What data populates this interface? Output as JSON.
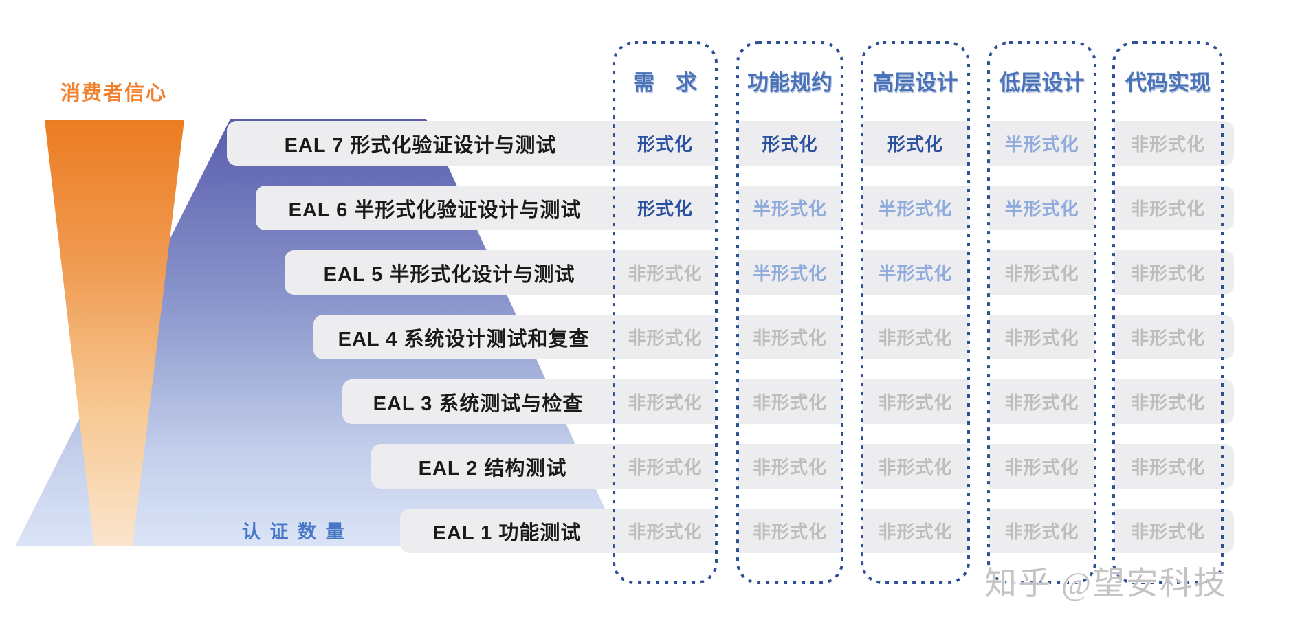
{
  "page": {
    "consumer_confidence_label": "消费者信心",
    "certification_quantity_label": "认 证 数 量",
    "watermark": "知乎 @望安科技"
  },
  "colors": {
    "orange_top": "#EC7C22",
    "orange_bottom": "#FBE5CD",
    "purple_top": "#585CAC",
    "purple_bottom": "#DBE4F6",
    "bar_fill": "#EDEDEF",
    "dotted_border": "#2E4F94",
    "header_blue": "#4A72B8",
    "formal_text": "#2A4F9E",
    "semi_formal_text": "#8FAADC",
    "informal_text": "#BDBDBD",
    "row_label_text": "#1A1A1A",
    "consumer_label_orange": "#F0812F",
    "quantity_label_blue": "#4877C5",
    "watermark_gray": "#C4C4C4"
  },
  "columns": [
    {
      "id": "requirements",
      "label": "需　求"
    },
    {
      "id": "functional-spec",
      "label": "功能规约"
    },
    {
      "id": "high-level-design",
      "label": "高层设计"
    },
    {
      "id": "low-level-design",
      "label": "低层设计"
    },
    {
      "id": "code-implementation",
      "label": "代码实现"
    }
  ],
  "cell_types": {
    "formal": {
      "text": "形式化",
      "color": "#2A4F9E"
    },
    "semi": {
      "text": "半形式化",
      "color": "#8FAADC"
    },
    "informal": {
      "text": "非形式化",
      "color": "#BDBDBD"
    }
  },
  "levels": [
    {
      "id": "eal7",
      "label": "EAL 7  形式化验证设计与测试",
      "cells": [
        "formal",
        "formal",
        "formal",
        "semi",
        "informal"
      ]
    },
    {
      "id": "eal6",
      "label": "EAL 6  半形式化验证设计与测试",
      "cells": [
        "formal",
        "semi",
        "semi",
        "semi",
        "informal"
      ]
    },
    {
      "id": "eal5",
      "label": "EAL 5 半形式化设计与测试",
      "cells": [
        "informal",
        "semi",
        "semi",
        "informal",
        "informal"
      ]
    },
    {
      "id": "eal4",
      "label": "EAL 4 系统设计测试和复查",
      "cells": [
        "informal",
        "informal",
        "informal",
        "informal",
        "informal"
      ]
    },
    {
      "id": "eal3",
      "label": "EAL 3 系统测试与检查",
      "cells": [
        "informal",
        "informal",
        "informal",
        "informal",
        "informal"
      ]
    },
    {
      "id": "eal2",
      "label": "EAL 2 结构测试",
      "cells": [
        "informal",
        "informal",
        "informal",
        "informal",
        "informal"
      ]
    },
    {
      "id": "eal1",
      "label": "EAL 1 功能测试",
      "cells": [
        "informal",
        "informal",
        "informal",
        "informal",
        "informal"
      ]
    }
  ]
}
